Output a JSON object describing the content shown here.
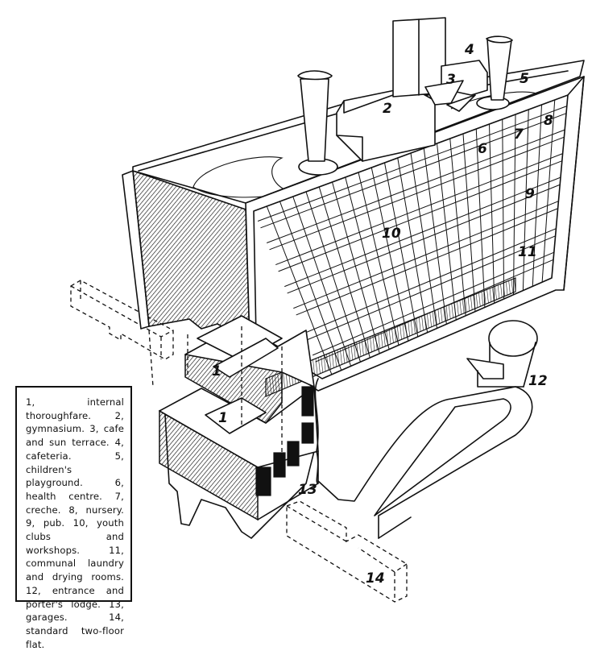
{
  "figure": {
    "title": "Isometric cutaway of a Unité-style slab block with rooftop facilities",
    "colors": {
      "ink": "#111111",
      "paper": "#ffffff"
    }
  },
  "callouts": [
    {
      "id": "1a",
      "label": "1"
    },
    {
      "id": "1b",
      "label": "1"
    },
    {
      "id": "2",
      "label": "2"
    },
    {
      "id": "3",
      "label": "3"
    },
    {
      "id": "4",
      "label": "4"
    },
    {
      "id": "5",
      "label": "5"
    },
    {
      "id": "6",
      "label": "6"
    },
    {
      "id": "7",
      "label": "7"
    },
    {
      "id": "8",
      "label": "8"
    },
    {
      "id": "9",
      "label": "9"
    },
    {
      "id": "10",
      "label": "10"
    },
    {
      "id": "11",
      "label": "11"
    },
    {
      "id": "12",
      "label": "12"
    },
    {
      "id": "13",
      "label": "13"
    },
    {
      "id": "14",
      "label": "14"
    }
  ],
  "legend": {
    "text": "1, internal thoroughfare. 2, gymnasium. 3, cafe and sun terrace. 4, cafeteria. 5, children's playground. 6, health centre. 7, creche. 8, nursery. 9, pub. 10, youth clubs and workshops. 11, communal laundry and drying rooms. 12, entrance and porter's lodge. 13, garages. 14, standard two-floor flat.",
    "items": [
      {
        "number": "1",
        "label": "internal thoroughfare"
      },
      {
        "number": "2",
        "label": "gymnasium"
      },
      {
        "number": "3",
        "label": "cafe and sun terrace"
      },
      {
        "number": "4",
        "label": "cafeteria"
      },
      {
        "number": "5",
        "label": "children's playground"
      },
      {
        "number": "6",
        "label": "health centre"
      },
      {
        "number": "7",
        "label": "creche"
      },
      {
        "number": "8",
        "label": "nursery"
      },
      {
        "number": "9",
        "label": "pub"
      },
      {
        "number": "10",
        "label": "youth clubs and workshops"
      },
      {
        "number": "11",
        "label": "communal laundry and drying rooms"
      },
      {
        "number": "12",
        "label": "entrance and porter's lodge"
      },
      {
        "number": "13",
        "label": "garages"
      },
      {
        "number": "14",
        "label": "standard two-floor flat"
      }
    ]
  }
}
